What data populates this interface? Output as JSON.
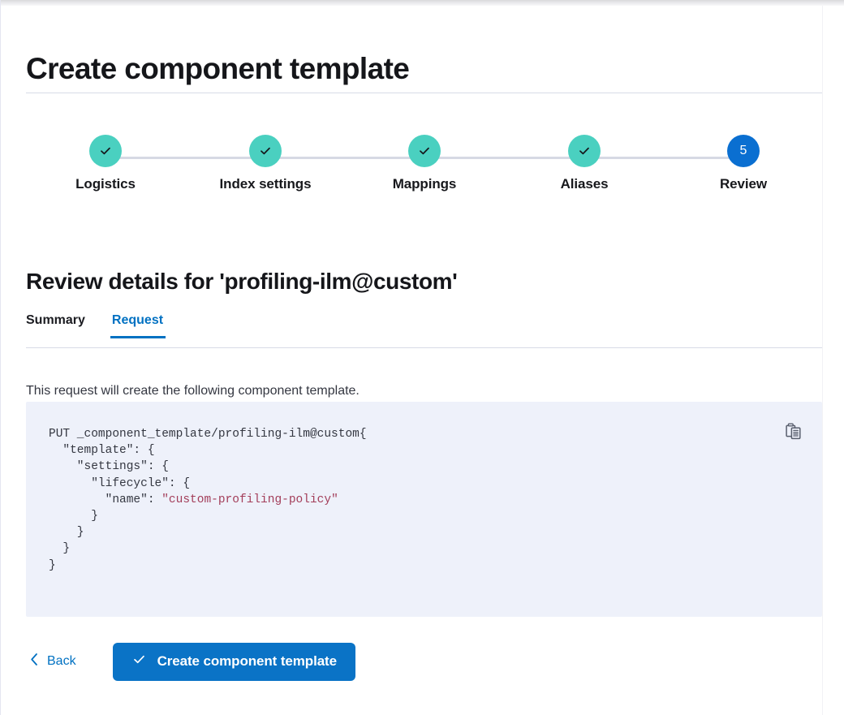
{
  "page": {
    "title": "Create component template"
  },
  "stepper": {
    "steps": [
      {
        "label": "Logistics",
        "state": "done",
        "indicator": "check-icon"
      },
      {
        "label": "Index settings",
        "state": "done",
        "indicator": "check-icon"
      },
      {
        "label": "Mappings",
        "state": "done",
        "indicator": "check-icon"
      },
      {
        "label": "Aliases",
        "state": "done",
        "indicator": "check-icon"
      },
      {
        "label": "Review",
        "state": "current",
        "indicator": "5"
      }
    ],
    "colors": {
      "done": "#4ad0c0",
      "current": "#0a6fd1",
      "track": "#d6d9e4"
    }
  },
  "review": {
    "heading": "Review details for 'profiling-ilm@custom'",
    "tabs": [
      {
        "label": "Summary",
        "active": false
      },
      {
        "label": "Request",
        "active": true
      }
    ],
    "description": "This request will create the following component template.",
    "code": {
      "method_line": "PUT _component_template/profiling-ilm@custom",
      "body_before_string": "{\n  \"template\": {\n    \"settings\": {\n      \"lifecycle\": {\n        \"name\": ",
      "string_value": "\"custom-profiling-policy\"",
      "body_after_string": "\n      }\n    }\n  }\n}",
      "copy_icon": "clipboard-copy-icon",
      "string_color": "#a33e5a",
      "background": "#eef1fa"
    }
  },
  "footer": {
    "back_label": "Back",
    "back_icon": "chevron-left-icon",
    "create_label": "Create component template",
    "create_icon": "check-icon",
    "create_color": "#0a73c6"
  }
}
